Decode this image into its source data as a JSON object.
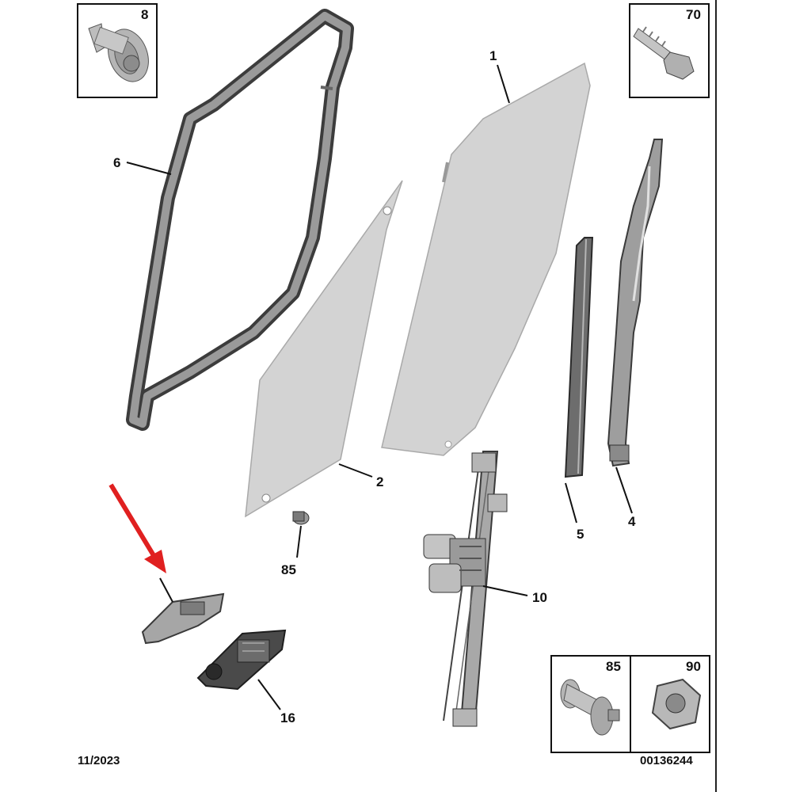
{
  "labels": {
    "p1": "1",
    "p2": "2",
    "p4": "4",
    "p5": "5",
    "p6": "6",
    "p10": "10",
    "p16": "16",
    "p85": "85"
  },
  "inset_boxes": {
    "box8": "8",
    "box70": "70",
    "box85": "85",
    "box90": "90"
  },
  "footer": {
    "date": "11/2023",
    "ref": "00136244"
  },
  "colors": {
    "glass": "#d3d3d3",
    "glass_stroke": "#a9a9a9",
    "seal": "#8a8a8a",
    "seal_dark": "#3a3a3a",
    "line": "#111111",
    "arrow": "#e02020"
  }
}
